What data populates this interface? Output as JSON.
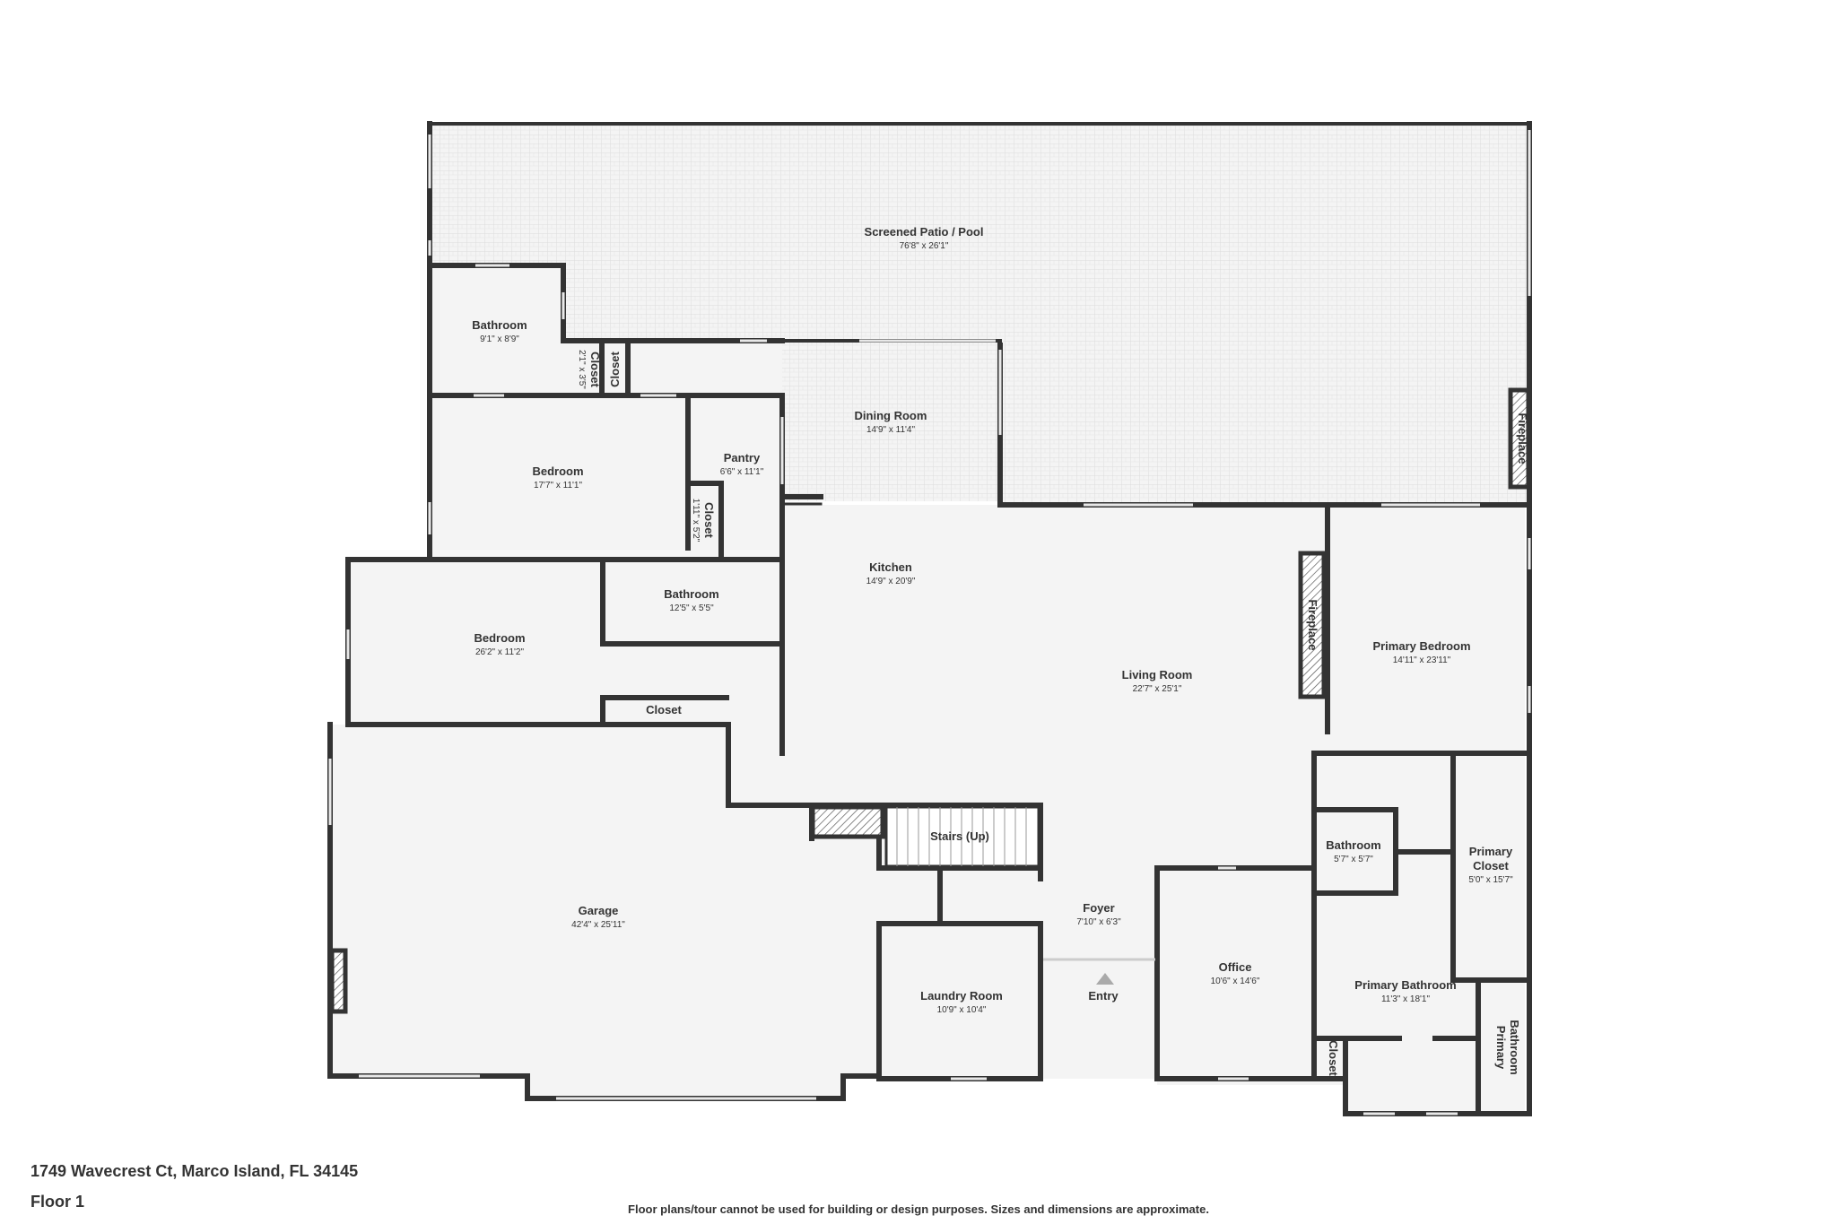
{
  "address": "1749 Wavecrest Ct, Marco Island, FL 34145",
  "floor_label": "Floor 1",
  "disclaimer": "Floor plans/tour cannot be used for building or design purposes. Sizes and dimensions are approximate.",
  "colors": {
    "wall": "#333333",
    "floor": "#f4f4f4",
    "patio_pattern": "#dddddd",
    "window": "#e6e6e6"
  },
  "rooms": {
    "patio": {
      "name": "Screened Patio / Pool",
      "dim": "76'8\" x 26'1\""
    },
    "bath_nw": {
      "name": "Bathroom",
      "dim": "9'1\" x 8'9\""
    },
    "closet_small_dim": "2'1\" x 3'5\"",
    "closet_label": "Closet",
    "dining": {
      "name": "Dining Room",
      "dim": "14'9\" x 11'4\""
    },
    "bedroom1": {
      "name": "Bedroom",
      "dim": "17'7\" x 11'1\""
    },
    "pantry": {
      "name": "Pantry",
      "dim": "6'6\" x 11'1\""
    },
    "closet_pantry_dim": "1'11\" x 5'2\"",
    "kitchen": {
      "name": "Kitchen",
      "dim": "14'9\" x 20'9\""
    },
    "bath_mid": {
      "name": "Bathroom",
      "dim": "12'5\" x 5'5\""
    },
    "bedroom2": {
      "name": "Bedroom",
      "dim": "26'2\" x 11'2\""
    },
    "fireplace_label": "Fireplace",
    "living": {
      "name": "Living Room",
      "dim": "22'7\" x 25'1\""
    },
    "primary_bed": {
      "name": "Primary Bedroom",
      "dim": "14'11\" x 23'11\""
    },
    "garage": {
      "name": "Garage",
      "dim": "42'4\" x 25'11\""
    },
    "stairs": {
      "name": "Stairs (Up)"
    },
    "bath_small": {
      "name": "Bathroom",
      "dim": "5'7\" x 5'7\""
    },
    "primary_closet": {
      "name_line1": "Primary",
      "name_line2": "Closet",
      "dim": "5'0\" x 15'7\""
    },
    "foyer": {
      "name": "Foyer",
      "dim": "7'10\" x 6'3\""
    },
    "office": {
      "name": "Office",
      "dim": "10'6\" x 14'6\""
    },
    "laundry": {
      "name": "Laundry Room",
      "dim": "10'9\" x 10'4\""
    },
    "primary_bath": {
      "name": "Primary Bathroom",
      "dim": "11'3\" x 18'1\""
    },
    "primary_bath2": {
      "name_line1": "Primary",
      "name_line2": "Bathroom"
    },
    "entry": {
      "name": "Entry"
    }
  }
}
